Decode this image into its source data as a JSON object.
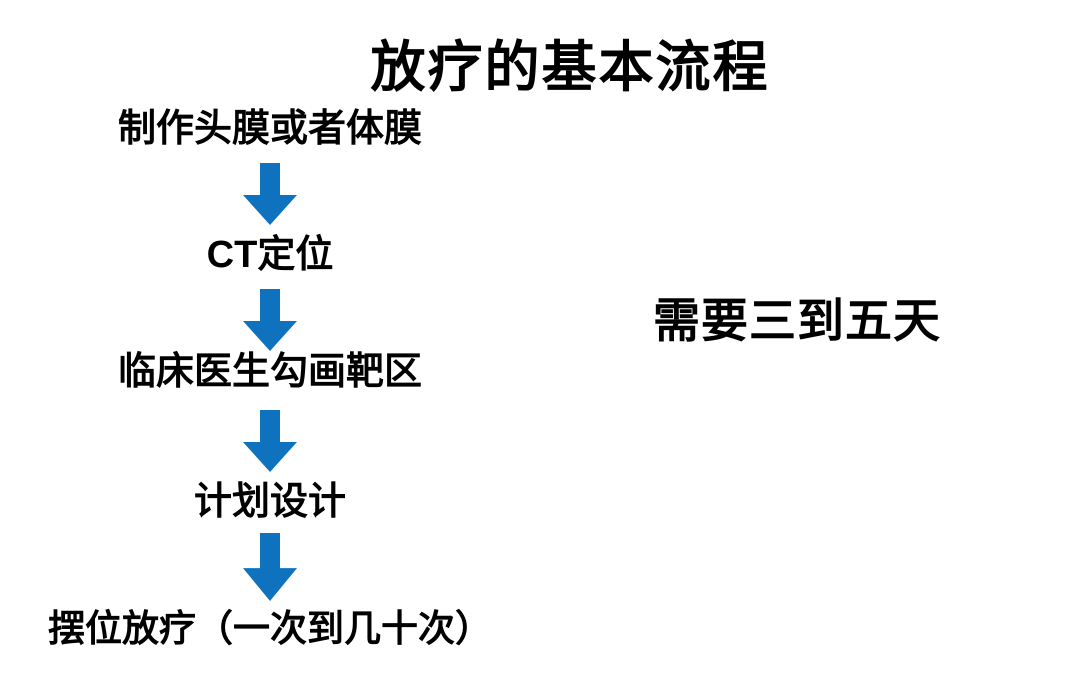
{
  "title": "放疗的基本流程",
  "flow": {
    "steps": [
      {
        "label": "制作头膜或者体膜"
      },
      {
        "label": "CT定位"
      },
      {
        "label": "临床医生勾画靶区"
      },
      {
        "label": "计划设计"
      },
      {
        "label": "摆位放疗（一次到几十次）"
      }
    ]
  },
  "annotation": "需要三到五天",
  "colors": {
    "background": "#FFFFFF",
    "text": "#000000",
    "arrow": "#0E72BE"
  }
}
